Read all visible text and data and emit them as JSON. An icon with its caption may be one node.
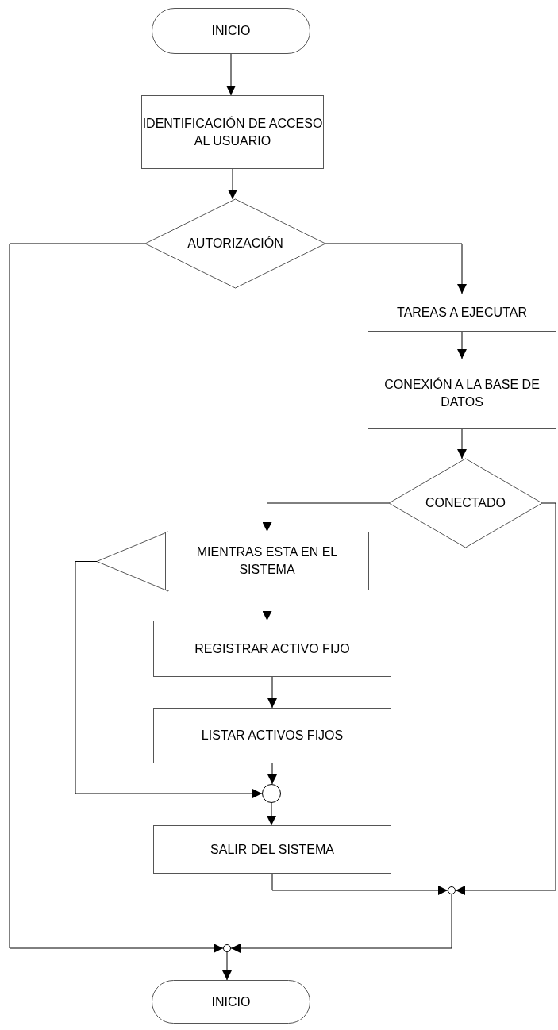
{
  "diagram": {
    "nodes": [
      {
        "text": [
          "INICIO"
        ]
      },
      {
        "text": [
          "IDENTIFICACIÓN DE ACCESO AL USUARIO"
        ]
      },
      {
        "text": [
          "AUTORIZACIÓN"
        ]
      },
      {
        "text": [
          "TAREAS A EJECUTAR"
        ]
      },
      {
        "text": [
          "CONEXIÓN A LA BASE DE DATOS"
        ]
      },
      {
        "text": [
          "CONECTADO"
        ]
      },
      {
        "text": [],
        "shape": "triangle"
      },
      {
        "text": [
          "MIENTRAS ESTA EN EL SISTEMA"
        ]
      },
      {
        "text": [
          "REGISTRAR ACTIVO FIJO"
        ]
      },
      {
        "text": [
          "LISTAR ACTIVOS FIJOS"
        ]
      },
      {
        "text": [],
        "shape": "circle"
      },
      {
        "text": [
          "SALIR DEL SISTEMA"
        ]
      },
      {
        "text": [],
        "shape": "circle"
      },
      {
        "text": [],
        "shape": "circle"
      },
      {
        "text": [
          "INICIO"
        ]
      }
    ],
    "edges": [
      {
        "from": 0,
        "to": 1,
        "arrow": "to"
      },
      {
        "from": 1,
        "to": 2,
        "arrow": "to"
      },
      {
        "from": 2,
        "to": 3,
        "arrow": "to"
      },
      {
        "from": 3,
        "to": 4,
        "arrow": "to"
      },
      {
        "from": 4,
        "to": 5,
        "arrow": "to"
      },
      {
        "from": 5,
        "to": 7,
        "arrow": "to"
      },
      {
        "from": 7,
        "to": 8,
        "arrow": "to"
      },
      {
        "from": 8,
        "to": 9,
        "arrow": "to"
      },
      {
        "from": 9,
        "to": 10,
        "arrow": "to"
      },
      {
        "from": 6,
        "to": 10,
        "arrow": "to"
      },
      {
        "from": 10,
        "to": 11,
        "arrow": "to"
      },
      {
        "from": 11,
        "to": 12,
        "arrow": "to"
      },
      {
        "from": 5,
        "to": 12,
        "arrow": "to"
      },
      {
        "from": 12,
        "to": 13,
        "arrow": "to"
      },
      {
        "from": 2,
        "to": 13,
        "arrow": "to"
      },
      {
        "from": 13,
        "to": 14,
        "arrow": "to"
      }
    ]
  }
}
